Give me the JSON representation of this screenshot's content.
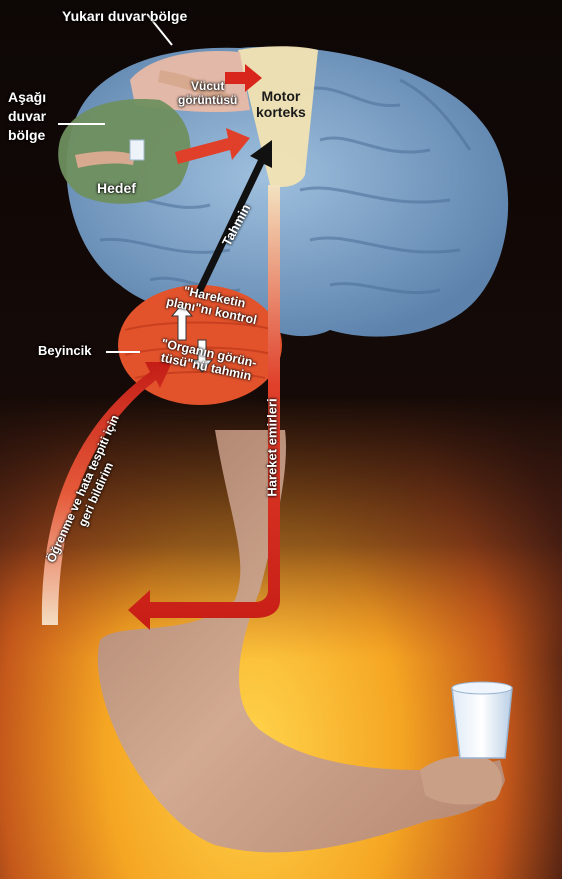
{
  "labels": {
    "upper_parietal": "Yukarı duvar bölge",
    "lower_parietal": "Aşağı\nduvar\nbölge",
    "body_image": "Vücut\ngörüntüsü",
    "motor_cortex": "Motor\nkorteks",
    "target": "Hedef",
    "prediction": "Tahmin",
    "plan_control": "\"Hareketin\nplanı\"nı kontrol",
    "organ_predict": "\"Organın görün-\ntüsü\"nü tahmin",
    "cerebellum": "Beyincik",
    "feedback": "Öğrenme ve hata tespiti için\ngeri bildirim",
    "motor_commands": "Hareket emirleri"
  },
  "colors": {
    "background_dark": "#120806",
    "background_fire": "#f5a623",
    "brain_blue": "#7fa3c7",
    "parietal_green": "#6f8f5e",
    "parietal_pink": "#e8b9a6",
    "motor_cortex": "#f2e3b3",
    "cerebellum": "#e2532c",
    "arrow_red": "#d9261c",
    "arrow_black": "#111111",
    "skin": "#c69c84"
  }
}
